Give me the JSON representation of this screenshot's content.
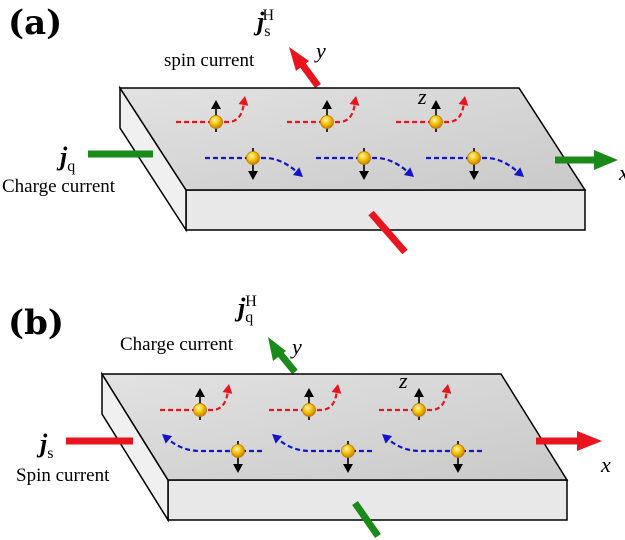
{
  "panel_a": {
    "label": "(a)",
    "input_symbol": "j",
    "input_sub": "q",
    "input_label": "Charge current",
    "output_symbol": "j",
    "output_sub": "s",
    "output_sup": "H",
    "output_label": "spin current",
    "axis_y": "y",
    "axis_z": "z",
    "axis_x": "x",
    "input_color": "#1a8a1a",
    "output_color": "#e8141e"
  },
  "panel_b": {
    "label": "(b)",
    "input_symbol": "j",
    "input_sub": "s",
    "input_label": "Spin current",
    "output_symbol": "j",
    "output_sub": "q",
    "output_sup": "H",
    "output_label": "Charge current",
    "axis_y": "y",
    "axis_z": "z",
    "axis_x": "x",
    "input_color": "#e8141e",
    "output_color": "#1a8a1a"
  },
  "colors": {
    "slab_top": "#d8d8d8",
    "slab_side": "#e6e6e6",
    "up_path": "#e8141e",
    "down_path": "#1414c8",
    "electron": "#f5c400"
  }
}
